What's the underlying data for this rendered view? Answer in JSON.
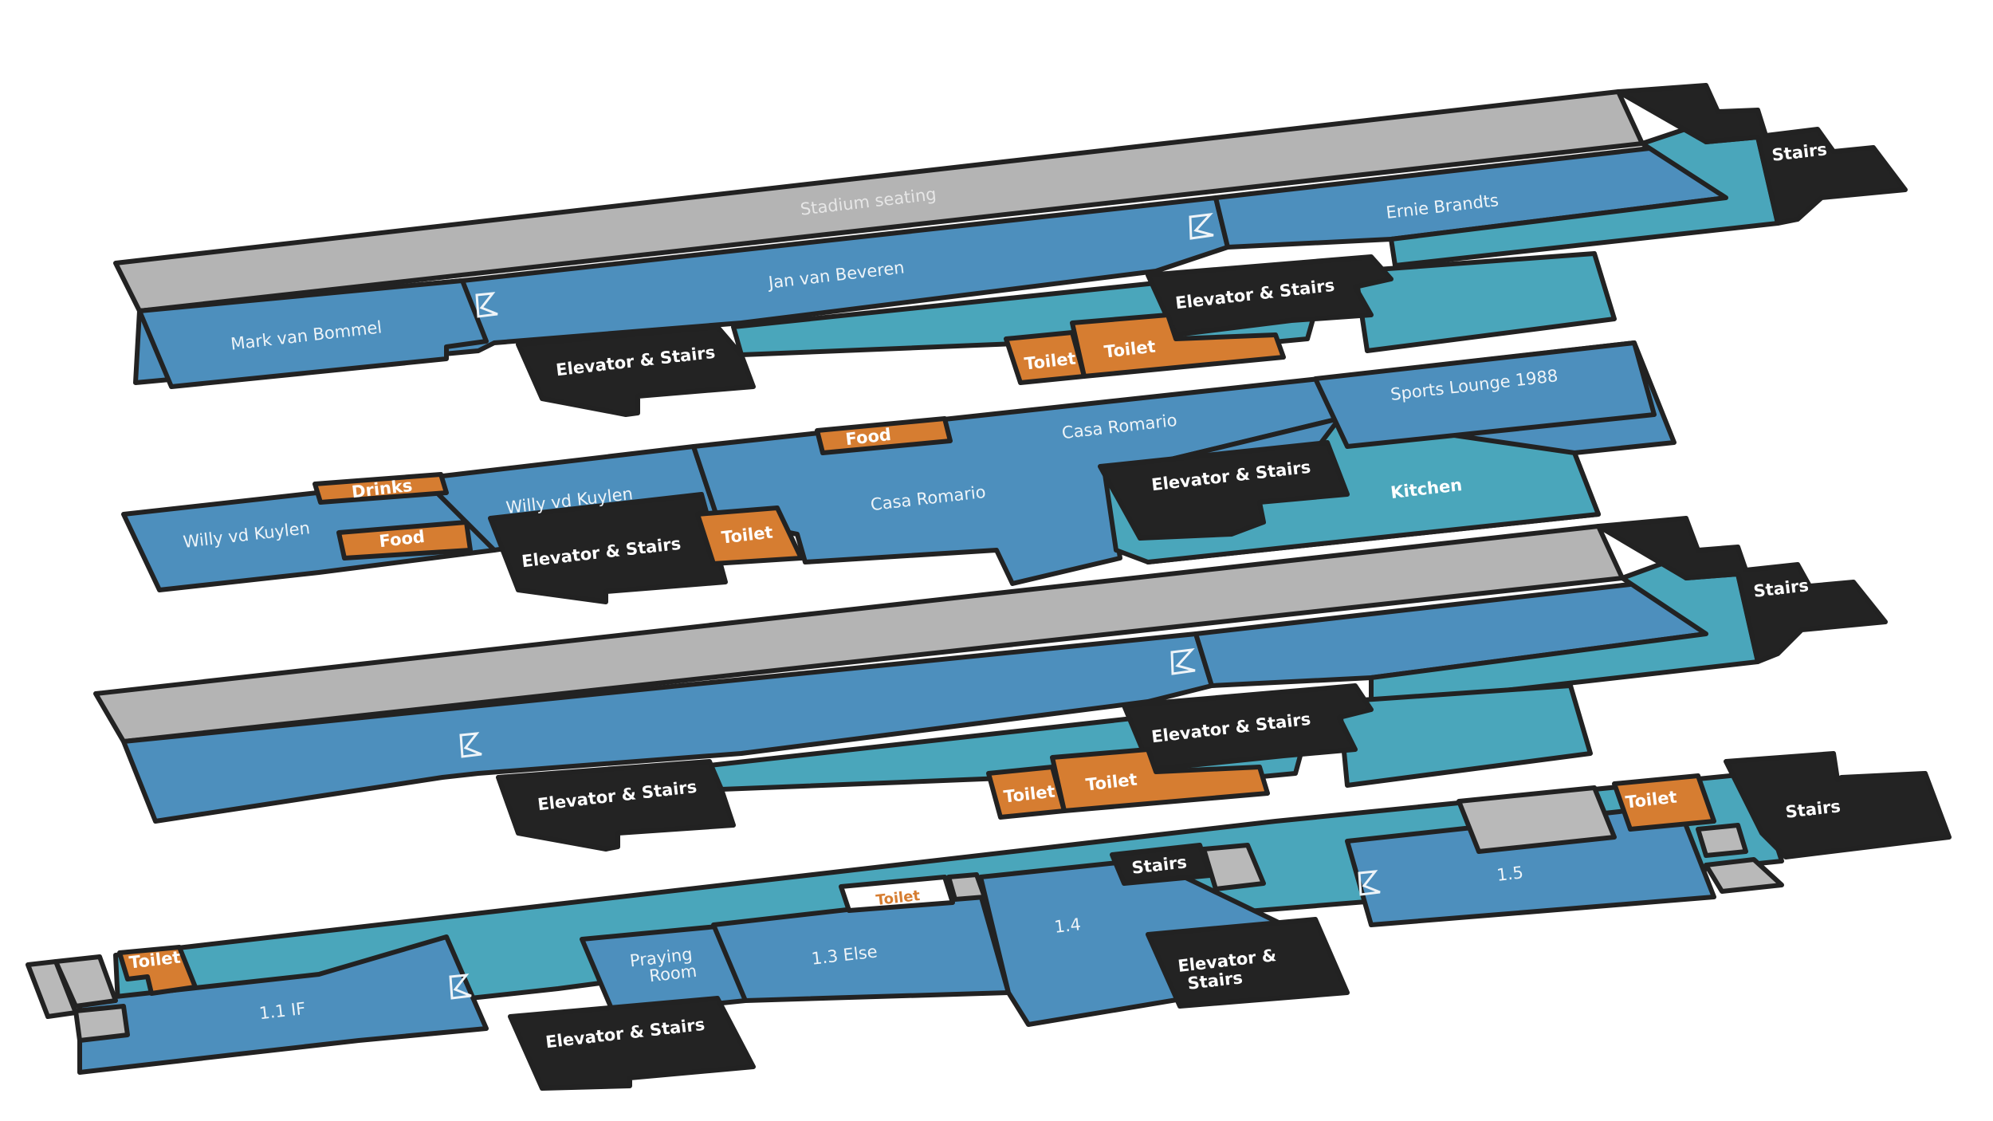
{
  "floors": {
    "floor4": {
      "rooms": {
        "stadium_seating": "Stadium seating",
        "jan_van_beveren": "Jan van Beveren",
        "ernie_brandts": "Ernie Brandts",
        "mark_van_bommel": "Mark van Bommel",
        "elevator_stairs_left": "Elevator & Stairs",
        "elevator_stairs_right": "Elevator & Stairs",
        "stairs": "Stairs",
        "toilet_a": "Toilet",
        "toilet_b": "Toilet"
      }
    },
    "floor3": {
      "rooms": {
        "willy_left": "Willy vd Kuylen",
        "willy_right": "Willy vd Kuylen",
        "drinks": "Drinks",
        "food_left": "Food",
        "food_top": "Food",
        "elevator_stairs_left": "Elevator & Stairs",
        "elevator_stairs_right": "Elevator & Stairs",
        "toilet": "Toilet",
        "casa_romario_top": "Casa Romario",
        "casa_romario_main": "Casa Romario",
        "sports_lounge": "Sports Lounge 1988",
        "kitchen": "Kitchen"
      }
    },
    "floor2": {
      "rooms": {
        "elevator_stairs_left": "Elevator & Stairs",
        "elevator_stairs_right": "Elevator & Stairs",
        "stairs": "Stairs",
        "toilet_a": "Toilet",
        "toilet_b": "Toilet"
      }
    },
    "floor1": {
      "rooms": {
        "toilet_left": "Toilet",
        "room_1_1": "1.1 IF",
        "praying_line1": "Praying",
        "praying_line2": "Room",
        "room_1_3": "1.3 Else",
        "room_1_4": "1.4",
        "room_1_5": "1.5",
        "toilet_small": "Toilet",
        "toilet_right": "Toilet",
        "stairs_small": "Stairs",
        "stairs_right": "Stairs",
        "elevator_stairs_left": "Elevator & Stairs",
        "elevator_stairs_right_line1": "Elevator &",
        "elevator_stairs_right_line2": "Stairs"
      }
    }
  },
  "colors": {
    "room": "#4d8fbd",
    "corridor": "#4aa6bb",
    "core": "#232323",
    "facility": "#d67d31",
    "seating": "#b4b4b4",
    "outline": "#222222"
  }
}
